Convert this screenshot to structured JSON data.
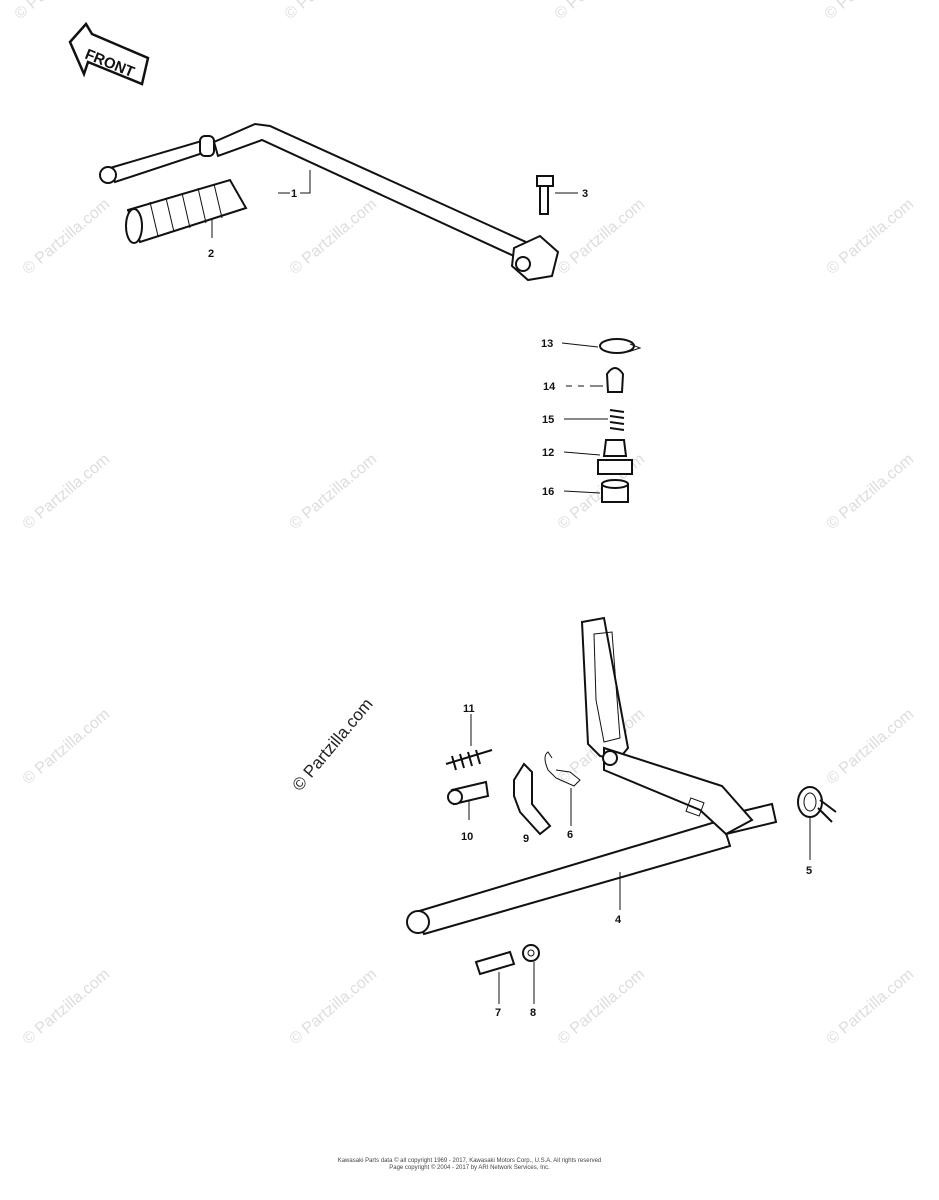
{
  "front_arrow_label": "FRONT",
  "watermark_text": "© Partzilla.com",
  "center_watermark_text": "© Partzilla.com",
  "callouts": [
    {
      "id": "1",
      "text": "1"
    },
    {
      "id": "2",
      "text": "2"
    },
    {
      "id": "3",
      "text": "3"
    },
    {
      "id": "4",
      "text": "4"
    },
    {
      "id": "5",
      "text": "5"
    },
    {
      "id": "6",
      "text": "6"
    },
    {
      "id": "7",
      "text": "7"
    },
    {
      "id": "8",
      "text": "8"
    },
    {
      "id": "9",
      "text": "9"
    },
    {
      "id": "10",
      "text": "10"
    },
    {
      "id": "11",
      "text": "11"
    },
    {
      "id": "12",
      "text": "12"
    },
    {
      "id": "13",
      "text": "13"
    },
    {
      "id": "14",
      "text": "14"
    },
    {
      "id": "15",
      "text": "15"
    },
    {
      "id": "16",
      "text": "16"
    }
  ],
  "footer": {
    "line1": "Kawasaki Parts data © all copyright 1969 - 2017, Kawasaki Motors Corp., U.S.A. All rights reserved",
    "line2": "Page copyright © 2004 - 2017 by ARI Network Services, Inc."
  }
}
